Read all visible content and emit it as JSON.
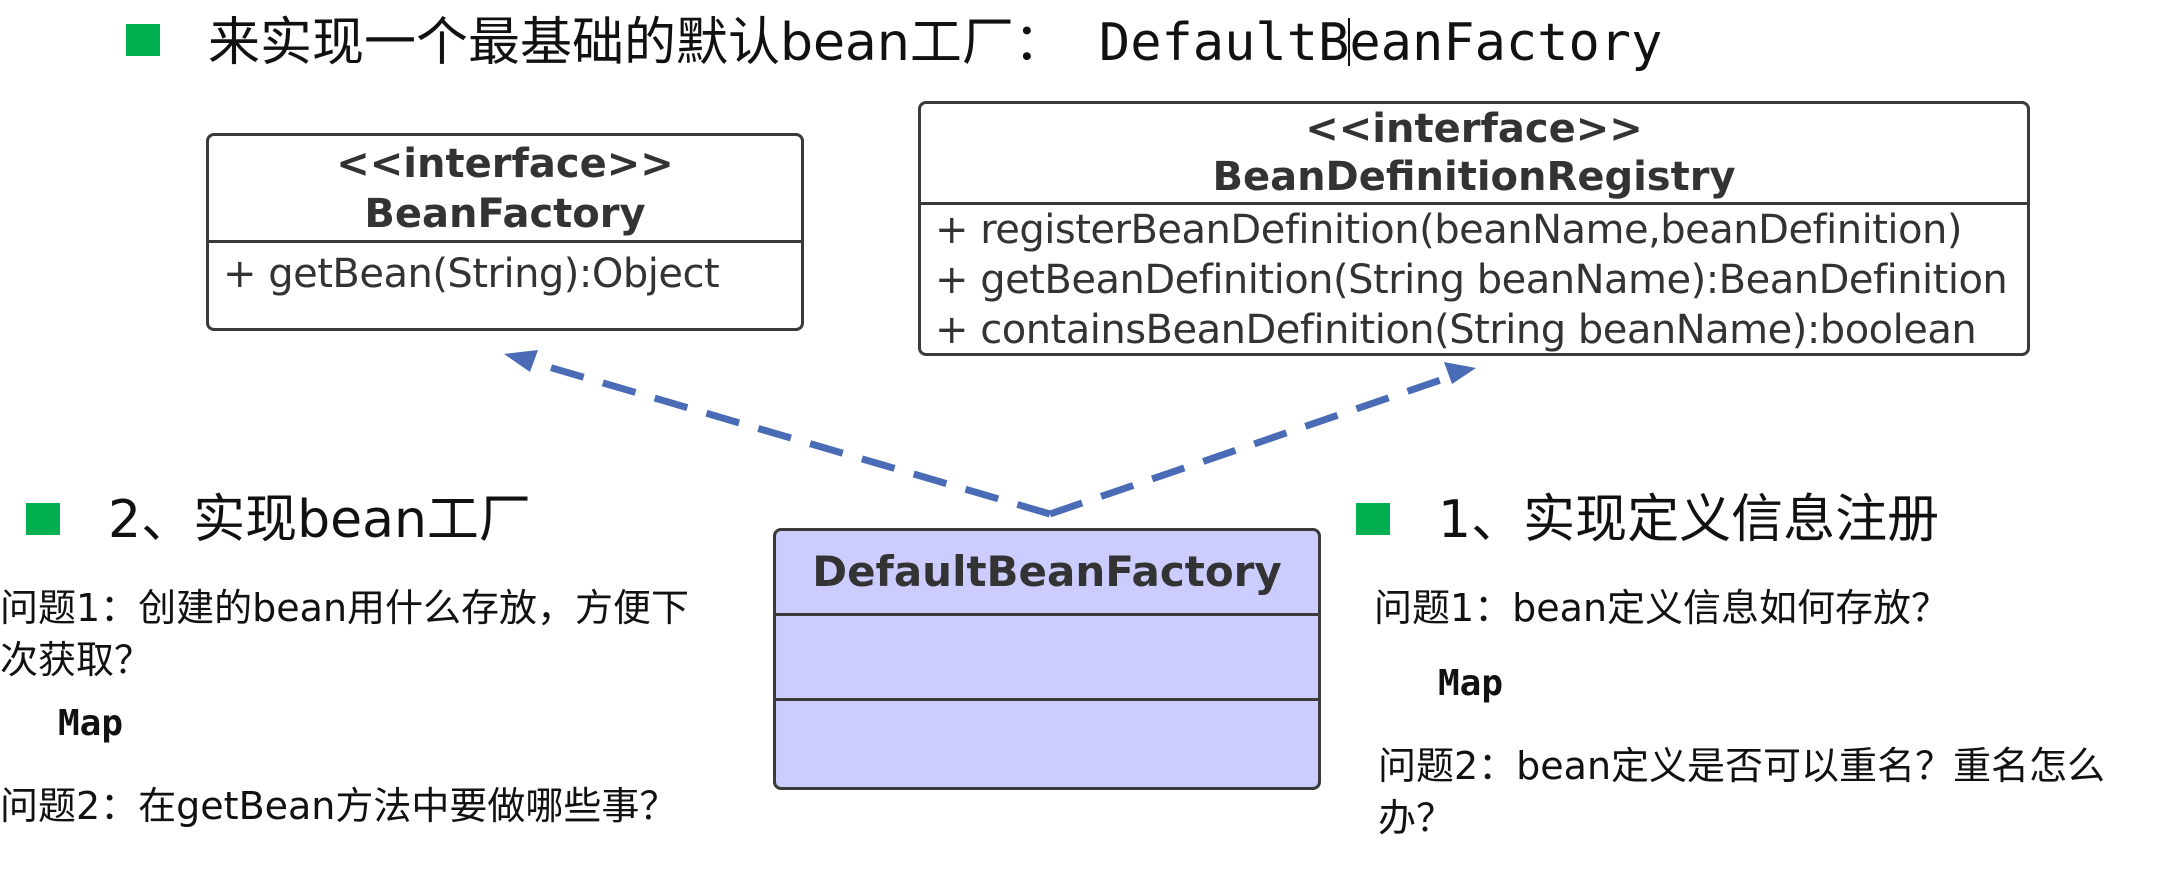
{
  "title": {
    "prefix": "来实现一个最基础的默认bean工厂：",
    "code_a": "DefaultB",
    "code_b": "eanFactory"
  },
  "bean_factory": {
    "stereotype": "<<interface>>",
    "name": "BeanFactory",
    "ops": [
      "+ getBean(String):Object"
    ]
  },
  "registry": {
    "stereotype": "<<interface>>",
    "name": "BeanDefinitionRegistry",
    "ops": [
      "+ registerBeanDefinition(beanName,beanDefinition)",
      "+ getBeanDefinition(String beanName):BeanDefinition",
      "+ containsBeanDefinition(String beanName):boolean"
    ]
  },
  "impl": {
    "name": "DefaultBeanFactory"
  },
  "left": {
    "heading": "2、实现bean工厂",
    "q1": "问题1：创建的bean用什么存放，方便下次获取？",
    "map": "Map",
    "q2": "问题2：在getBean方法中要做哪些事？"
  },
  "right": {
    "heading": "1、实现定义信息注册",
    "q1": "问题1：bean定义信息如何存放？",
    "map": "Map",
    "q2": "问题2：bean定义是否可以重名？重名怎么办？"
  },
  "colors": {
    "bullet": "#00b050",
    "arrow": "#4a6bb5",
    "impl_fill": "#ccccff"
  }
}
